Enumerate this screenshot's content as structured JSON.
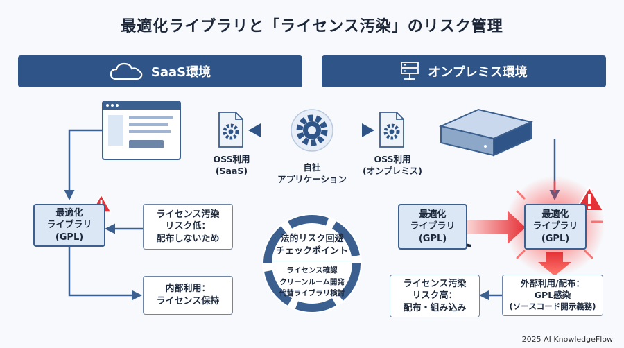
{
  "title": "最適化ライブラリと「ライセンス汚染」のリスク管理",
  "saas": {
    "header": "SaaS環境",
    "header_icon": "cloud-icon",
    "library": [
      "最適化",
      "ライブラリ",
      "(GPL)"
    ],
    "risk_low": [
      "ライセンス汚染",
      "リスク低：",
      "配布しないため"
    ],
    "internal_use": [
      "内部利用：",
      "ライセンス保持"
    ]
  },
  "onprem": {
    "header": "オンプレミス環境",
    "header_icon": "server-icon",
    "library_source": [
      "最適化",
      "ライブラリ",
      "(GPL)"
    ],
    "library_infected": [
      "最適化",
      "ライブラリ",
      "(GPL)"
    ],
    "external_use": [
      "外部利用/配布：",
      "GPL感染",
      "(ソースコード開示義務)"
    ],
    "risk_high": [
      "ライセンス汚染",
      "リスク高：",
      "配布・組み込み"
    ]
  },
  "center": {
    "oss_saas": [
      "OSS利用",
      "(SaaS)"
    ],
    "own_app": [
      "自社",
      "アプリケーション"
    ],
    "oss_onprem": [
      "OSS利用",
      "(オンプレミス)"
    ]
  },
  "checkpoint": {
    "title": [
      "法的リスク回避",
      "チェックポイント"
    ],
    "items": [
      "ライセンス確認",
      "クリーンルーム開発",
      "代替ライブラリ検討"
    ]
  },
  "credit": "2025 AI KnowledgeFlow",
  "colors": {
    "navy": "#2f5588",
    "box_fill": "#dbe7f5",
    "danger": "#e53238",
    "ring": "#3b5f8f"
  }
}
